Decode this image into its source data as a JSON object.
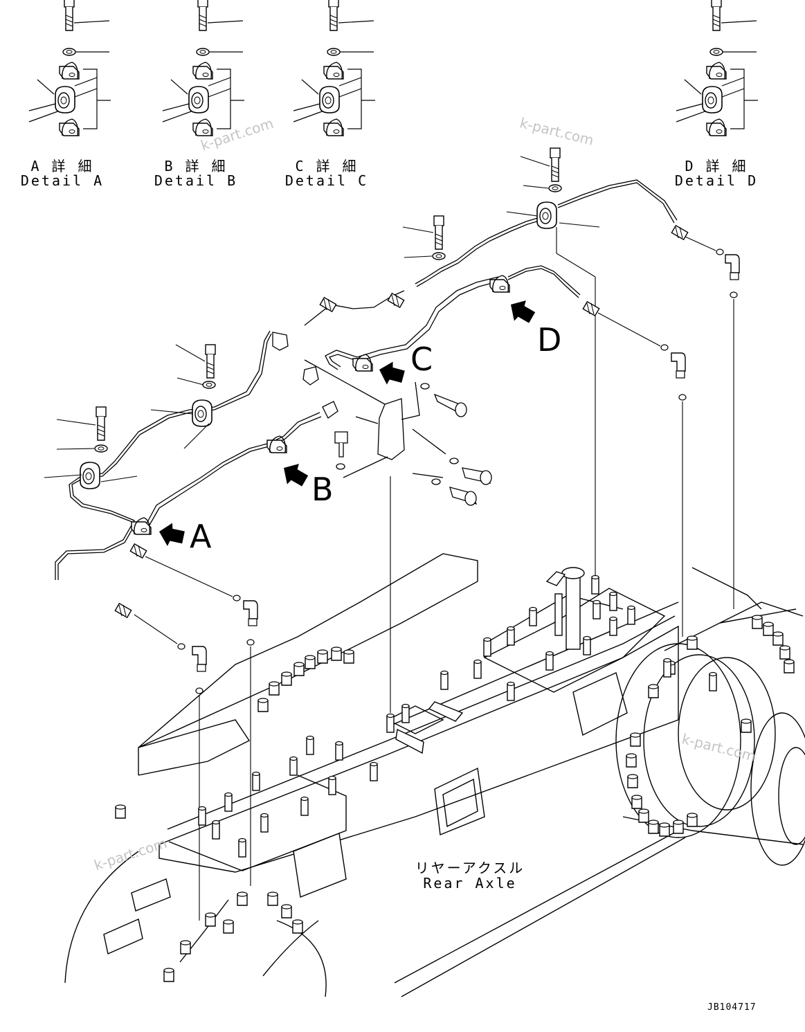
{
  "details": [
    {
      "jp": "A 詳 細",
      "en": "Detail A"
    },
    {
      "jp": "B 詳 細",
      "en": "Detail B"
    },
    {
      "jp": "C 詳 細",
      "en": "Detail C"
    },
    {
      "jp": "D 詳 細",
      "en": "Detail D"
    }
  ],
  "arrow_labels": [
    "A",
    "B",
    "C",
    "D"
  ],
  "axle_label": {
    "jp": "リヤーアクスル",
    "en": "Rear Axle"
  },
  "watermark": "k-part.com",
  "drawing_code": "JB104717"
}
